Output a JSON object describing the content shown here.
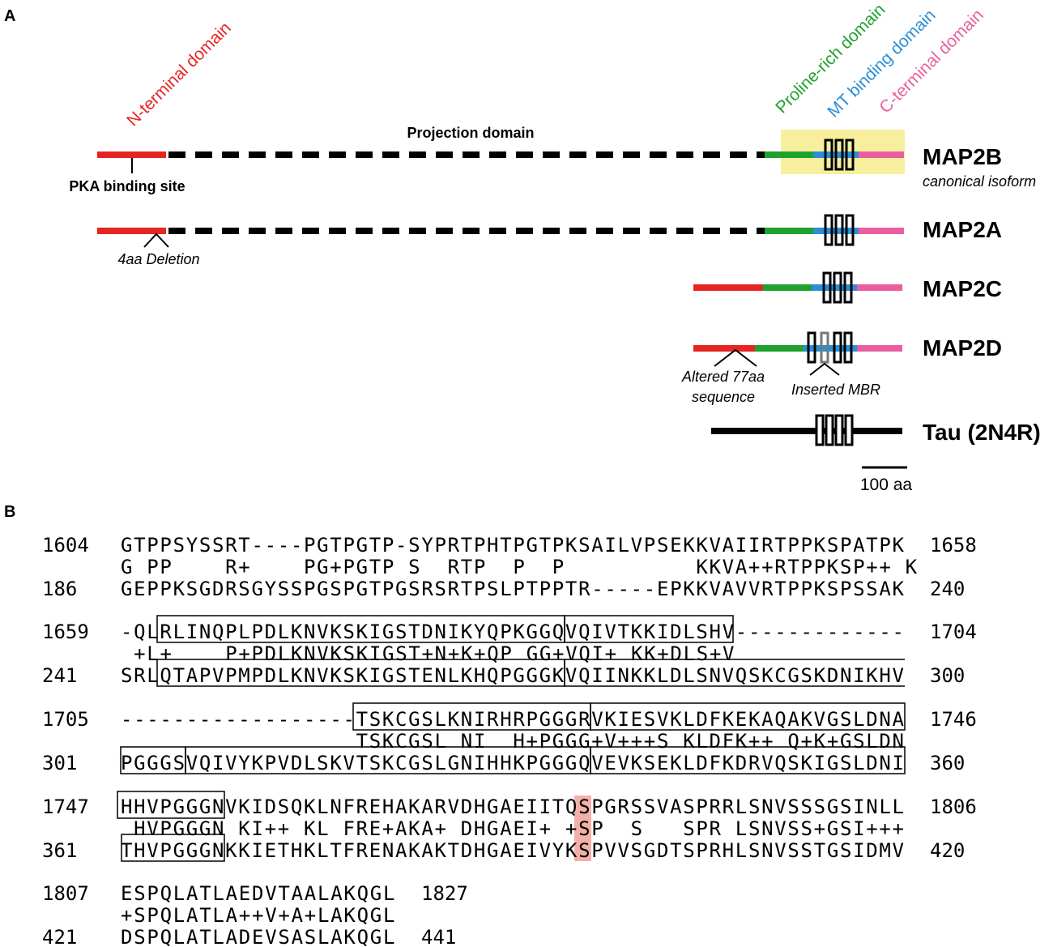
{
  "panels": {
    "a": "A",
    "b": "B"
  },
  "domains": {
    "n_terminal": "N-terminal domain",
    "projection": "Projection domain",
    "proline_rich": "Proline-rich domain",
    "mt_binding": "MT binding domain",
    "c_terminal": "C-terminal domain"
  },
  "isoforms": [
    {
      "name": "MAP2B",
      "note": "canonical isoform"
    },
    {
      "name": "MAP2A"
    },
    {
      "name": "MAP2C"
    },
    {
      "name": "MAP2D"
    },
    {
      "name": "Tau (2N4R)"
    }
  ],
  "annotations": {
    "pka": "PKA binding site",
    "deletion": "4aa Deletion",
    "altered_1": "Altered 77aa",
    "altered_2": "sequence",
    "inserted": "Inserted MBR"
  },
  "scale_bar": "100 aa",
  "colors": {
    "n_terminal": "#e52521",
    "proline_rich": "#1fa12e",
    "mt_binding": "#2a8fd6",
    "c_terminal": "#ea5ea0",
    "highlight_box": "#f7ef9e",
    "residue_highlight": "#f4b0a8"
  },
  "alignment": [
    {
      "q_start": "1604",
      "q": "GTPPSYSSRT----PGTPGTP-SYPRTPHTPGTPKSAILVPSEKKVAIIRTPPKSPATPK",
      "q_end": "1658",
      "m": "G PP    R+    PG+PGTP S  RTP  P  P          KKVA++RTPPKSP++ K",
      "s_start": "186",
      "s": "GEPPKSGDRSGYSSPGSPGTPGSRSRTPSLPTPPTR-----EPKKVAVVRTPPKSPSSAK",
      "s_end": "240"
    },
    {
      "q_start": "1659",
      "q": "-QLRLINQPLPDLKNVKSKIGSTDNIKYQPKGGQVQIVTKKIDLSHV-------------",
      "q_end": "1704",
      "m": " +L+    P+PDLKNVKSKIGST+N+K+QP GG+VQI+ KK+DLS+V",
      "s_start": "241",
      "s": "SRLQTAPVPMPDLKNVKSKIGSTENLKHQPGGGKVQIINKKLDLSNVQSKCGSKDNIKHV",
      "s_end": "300"
    },
    {
      "q_start": "1705",
      "q": "------------------TSKCGSLKNIRHRPGGGRVKIESVKLDFKEKAQAKVGSLDNA",
      "q_end": "1746",
      "m": "                  TSKCGSL NI  H+PGGG+V+++S KLDFK++ Q+K+GSLDN",
      "s_start": "301",
      "s": "PGGGSVQIVYKPVDLSKVTSKCGSLGNIHHKPGGGQVEVKSEKLDFKDRVQSKIGSLDNI",
      "s_end": "360"
    },
    {
      "q_start": "1747",
      "q": "HHVPGGGNVKIDSQKLNFREHAKARVDHGAEIITQSPGRSSVASPRRLSNVSSSGSINLL",
      "q_end": "1806",
      "m": " HVPGGGN KI++ KL FRE+AKA+ DHGAEI+ +SP  S   SPR LSNVSS+GSI+++",
      "s_start": "361",
      "s": "THVPGGGNKKIETHKLTFRENAKAKTDHGAEIVYKSPVVSGDTSPRHLSNVSSTGSIDMV",
      "s_end": "420"
    },
    {
      "q_start": "1807",
      "q": "ESPQLATLAEDVTAALAKQGL",
      "q_end": "1827",
      "m": "+SPQLATLA++V+A+LAKQGL",
      "s_start": "421",
      "s": "DSPQLATLADEVSASLAKQGL",
      "s_end": "441"
    }
  ]
}
